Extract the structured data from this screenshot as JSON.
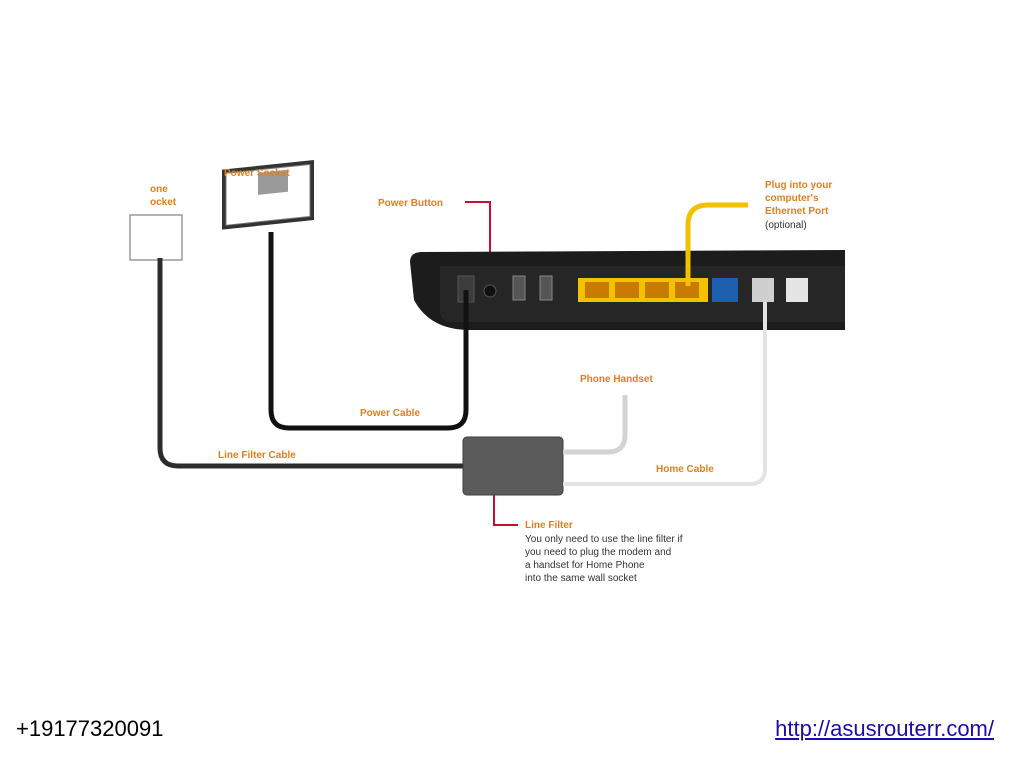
{
  "diagram": {
    "labels": {
      "wall_socket_partial": "one",
      "wall_socket_partial2": "ocket",
      "power_socket": "Power Socket",
      "power_button": "Power Button",
      "ethernet_l1": "Plug into your",
      "ethernet_l2": "computer's",
      "ethernet_l3": "Ethernet Port",
      "ethernet_l4": "(optional)",
      "phone_handset": "Phone Handset",
      "power_cable": "Power Cable",
      "line_filter_cable": "Line Filter Cable",
      "home_cable": "Home Cable",
      "line_filter_title": "Line Filter",
      "line_filter_desc1": "You only need to use the line filter if",
      "line_filter_desc2": "you need to plug the modem and",
      "line_filter_desc3": "a handset for Home Phone",
      "line_filter_desc4": "into the same wall socket"
    },
    "colors": {
      "label_orange": "#e07f1f",
      "lan_yellow": "#f2c200",
      "wan_blue": "#1f5fb0",
      "callout_red": "#c8102e",
      "router_body": "#1c1c1c"
    }
  },
  "footer": {
    "phone": "+19177320091",
    "link": "http://asusrouterr.com/"
  }
}
